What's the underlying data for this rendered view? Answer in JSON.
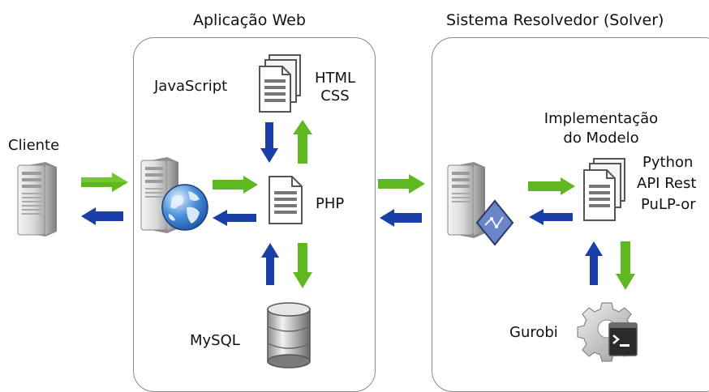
{
  "web_app": {
    "title": "Aplicação Web",
    "javascript": "JavaScript",
    "html": "HTML",
    "css": "CSS",
    "php": "PHP",
    "mysql": "MySQL"
  },
  "client": {
    "label": "Cliente"
  },
  "solver": {
    "title": "Sistema Resolvedor (Solver)",
    "impl_line1": "Implementação",
    "impl_line2": "do Modelo",
    "python": "Python",
    "api_rest": "API Rest",
    "pulp": "PuLP-or",
    "gurobi": "Gurobi"
  },
  "colors": {
    "forward_arrow": "#5fb820",
    "backward_arrow": "#1a3fa8",
    "panel_border": "#8a8a8a"
  },
  "icons": [
    "server-icon",
    "globe-icon",
    "documents-icon",
    "document-icon",
    "database-icon",
    "gear-icon",
    "terminal-icon",
    "diagram-icon"
  ]
}
